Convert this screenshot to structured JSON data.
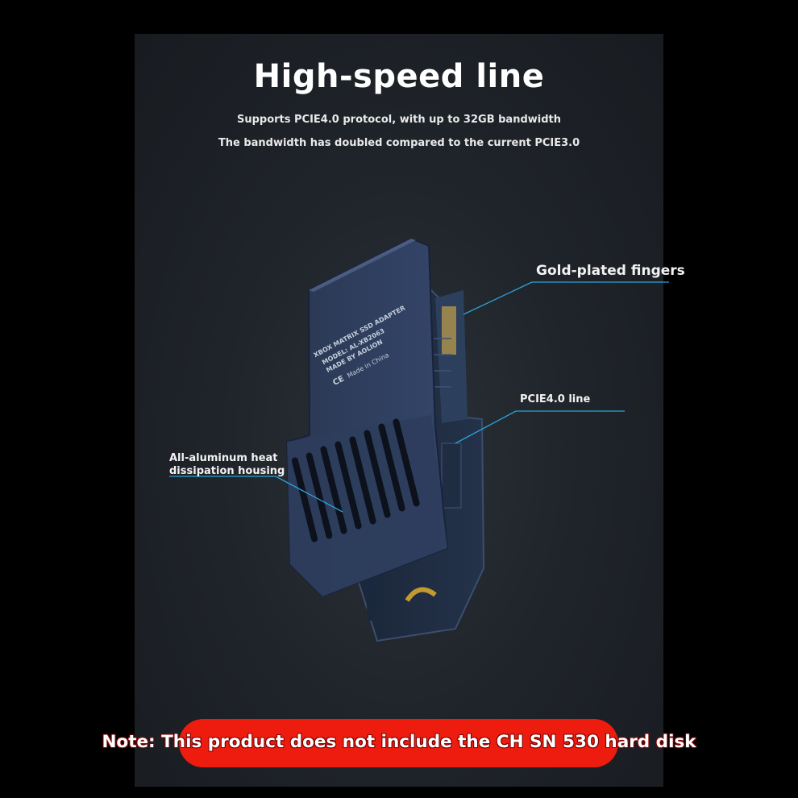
{
  "heading": {
    "title": "High-speed line",
    "line1": "Supports PCIE4.0 protocol, with up to 32GB bandwidth",
    "line2": "The bandwidth has doubled compared to the current PCIE3.0"
  },
  "callouts": {
    "gold_fingers": "Gold-plated fingers",
    "pcie_line": "PCIE4.0 line",
    "housing_line1": "All-aluminum heat",
    "housing_line2": "dissipation housing"
  },
  "device_label": {
    "line1": "XBOX MATRIX SSD ADAPTER",
    "line2": "MODEL: AL-XB2063",
    "line3": "MADE BY AOLION",
    "line4": "CE",
    "line5": "Made in China"
  },
  "note": "Note: This product does not include the CH SN 530 hard disk",
  "colors": {
    "panel": "#20252b",
    "housing": "#2b3a59",
    "callout_line": "#2aa3d6",
    "note_bg": "#ee1c0f"
  }
}
